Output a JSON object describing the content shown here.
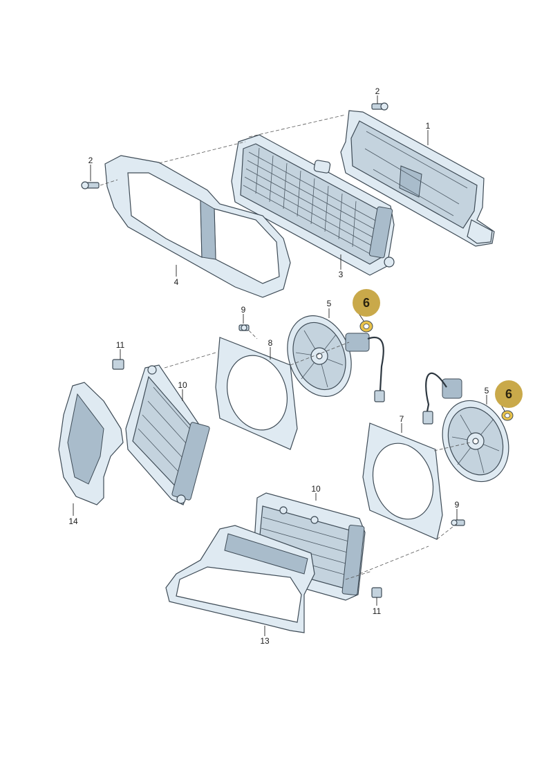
{
  "callouts": [
    {
      "id": "c1",
      "label": "1"
    },
    {
      "id": "c2a",
      "label": "2"
    },
    {
      "id": "c2b",
      "label": "2"
    },
    {
      "id": "c3",
      "label": "3"
    },
    {
      "id": "c4",
      "label": "4"
    },
    {
      "id": "c5a",
      "label": "5"
    },
    {
      "id": "c5b",
      "label": "5"
    },
    {
      "id": "c7",
      "label": "7"
    },
    {
      "id": "c8",
      "label": "8"
    },
    {
      "id": "c9a",
      "label": "9"
    },
    {
      "id": "c9b",
      "label": "9"
    },
    {
      "id": "c10a",
      "label": "10"
    },
    {
      "id": "c10b",
      "label": "10"
    },
    {
      "id": "c11a",
      "label": "11"
    },
    {
      "id": "c11b",
      "label": "11"
    },
    {
      "id": "c13",
      "label": "13"
    },
    {
      "id": "c14",
      "label": "14"
    }
  ],
  "highlights": [
    {
      "id": "h6a",
      "label": "6",
      "color": "#c9a94a"
    },
    {
      "id": "h6b",
      "label": "6",
      "color": "#c9a94a"
    }
  ],
  "colors": {
    "part_fill": "#dfeaf2",
    "part_outline": "#3d4a55",
    "highlight": "#c9a94a",
    "highlight_ring": "#e9c24a"
  }
}
